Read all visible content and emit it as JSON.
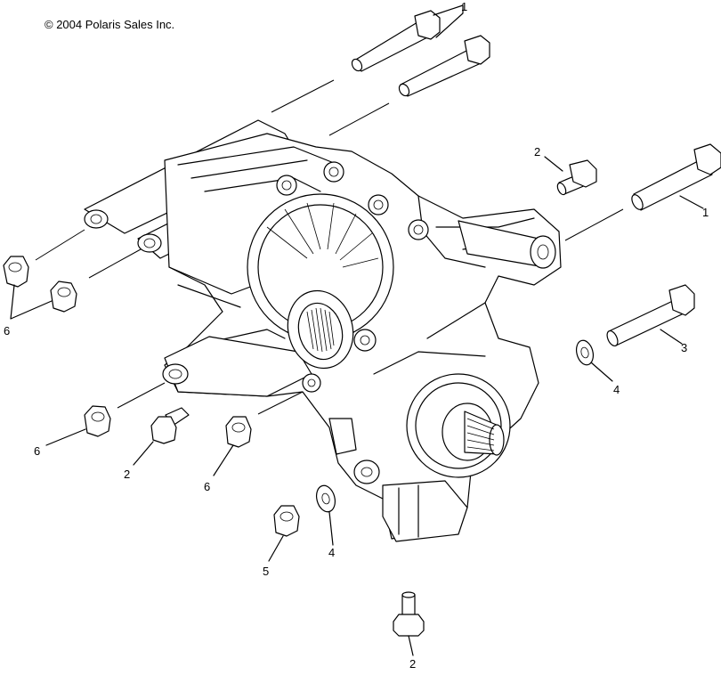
{
  "copyright": "© 2004 Polaris Sales Inc.",
  "callouts": {
    "bolt_top": "1",
    "bolt_right": "1",
    "bolt_small_top": "2",
    "bolt_long_right": "3",
    "washer_right": "4",
    "nut_left_top": "6",
    "nut_left_bottom": "6",
    "bolt_small_left": "2",
    "nut_center": "6",
    "nut_bottom": "5",
    "washer_bottom": "4",
    "bolt_bottom": "2"
  }
}
